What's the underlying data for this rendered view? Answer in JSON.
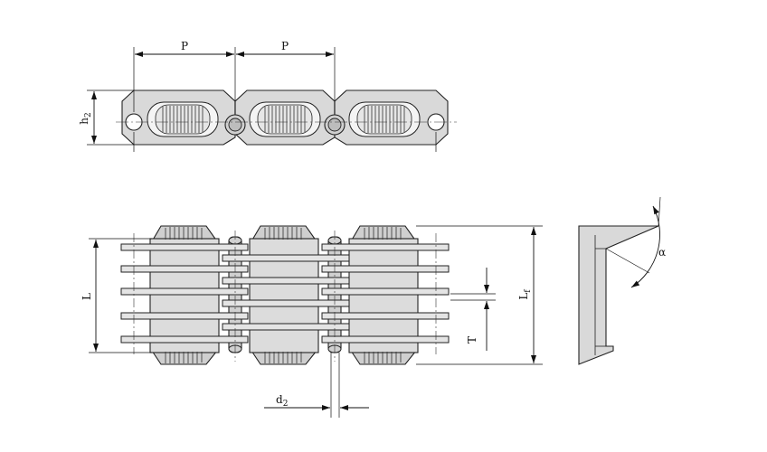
{
  "labels": {
    "pitch_1": "P",
    "pitch_2": "P",
    "height_main": "h",
    "height_sub": "2",
    "length": "L",
    "length_f_main": "L",
    "length_f_sub": "f",
    "thickness": "T",
    "diameter_main": "d",
    "diameter_sub": "2",
    "angle": "α"
  },
  "colors": {
    "part_fill": "#d9d9d9",
    "part_fill_dark": "#c2c2c2",
    "outline": "#222222",
    "background": "#ffffff"
  }
}
